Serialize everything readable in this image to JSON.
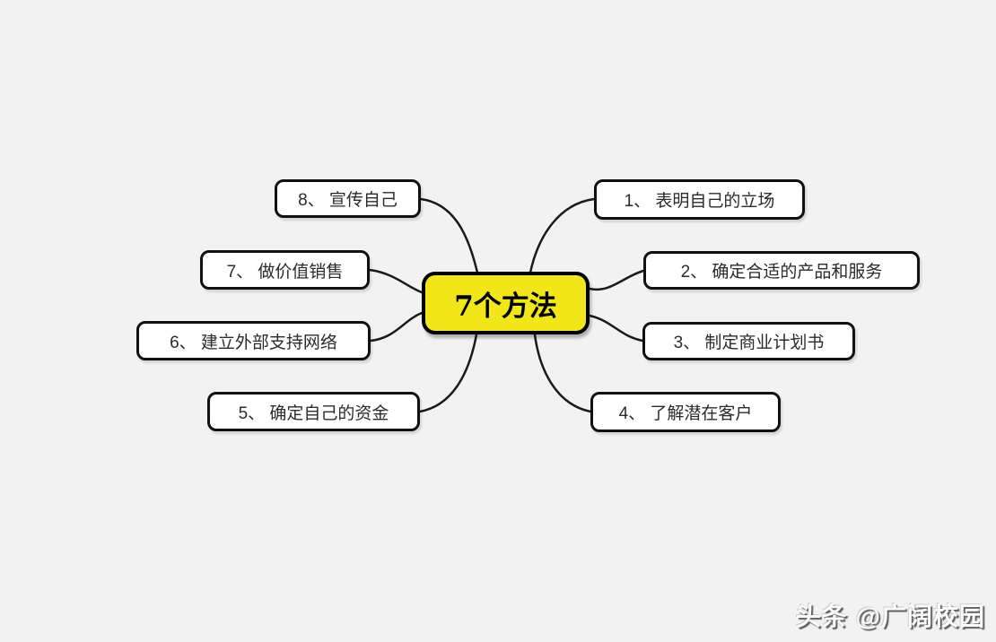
{
  "background_color": "#f2f2f2",
  "mindmap": {
    "center": {
      "label": "7个方法",
      "fill_color": "#f0e619",
      "border_color": "#000000"
    },
    "branches": [
      {
        "number": "1",
        "side": "right",
        "label": "1、 表明自己的立场"
      },
      {
        "number": "2",
        "side": "right",
        "label": "2、 确定合适的产品和服务"
      },
      {
        "number": "3",
        "side": "right",
        "label": "3、 制定商业计划书"
      },
      {
        "number": "4",
        "side": "right",
        "label": "4、 了解潜在客户"
      },
      {
        "number": "5",
        "side": "left",
        "label": "5、 确定自己的资金"
      },
      {
        "number": "6",
        "side": "left",
        "label": "6、 建立外部支持网络"
      },
      {
        "number": "7",
        "side": "left",
        "label": "7、 做价值销售"
      },
      {
        "number": "8",
        "side": "left",
        "label": "8、 宣传自己"
      }
    ]
  },
  "watermark": {
    "text": "头条 @广阔校园"
  }
}
